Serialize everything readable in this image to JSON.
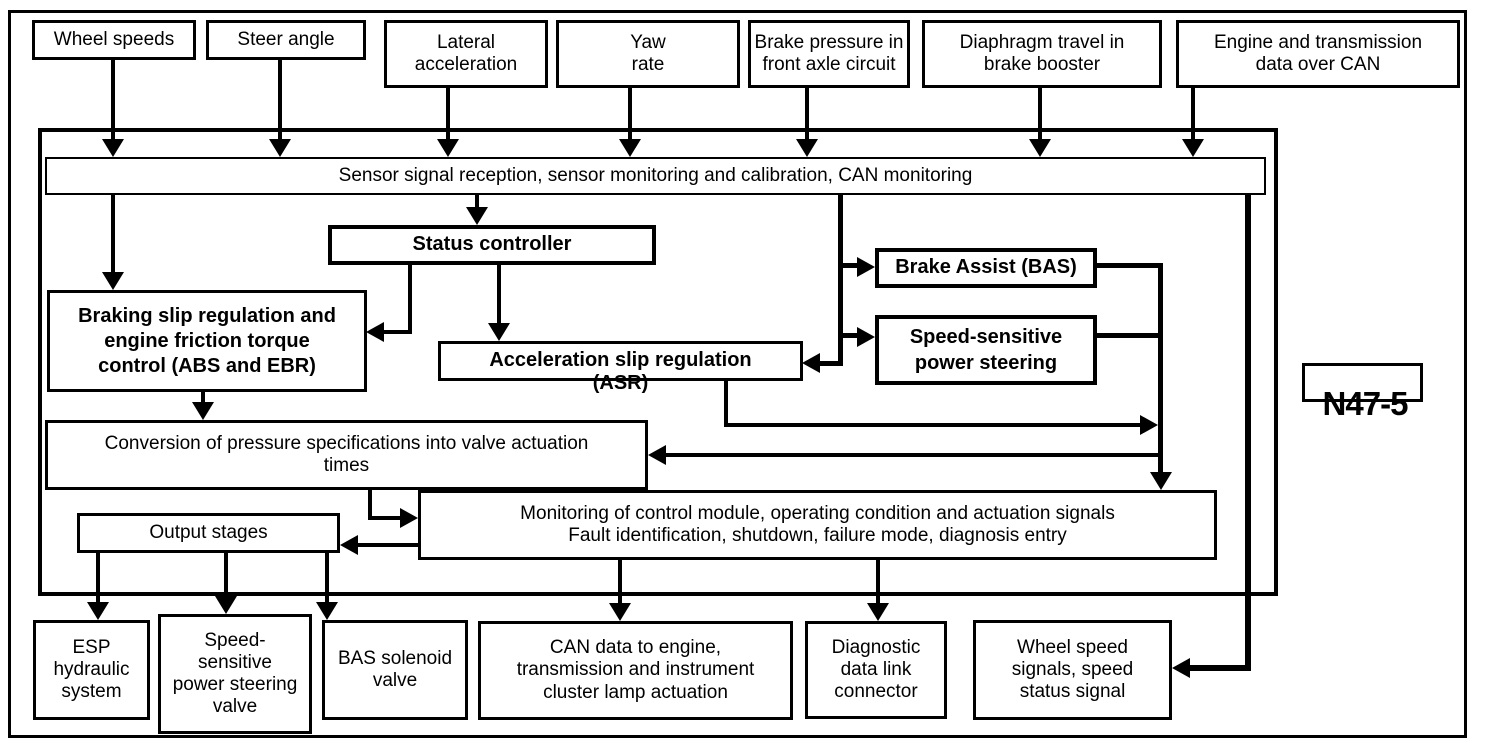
{
  "colors": {
    "line": "#000000",
    "background": "#ffffff"
  },
  "diagram": {
    "inputs": [
      "Wheel speeds",
      "Steer angle",
      "Lateral\nacceleration",
      "Yaw\nrate",
      "Brake pressure in\nfront axle circuit",
      "Diaphragm travel in\nbrake booster",
      "Engine and transmission\ndata over CAN"
    ],
    "module": {
      "sensor_bar": "Sensor signal reception, sensor monitoring and calibration, CAN monitoring",
      "status_controller": "Status controller",
      "braking_slip": "Braking slip regulation and\nengine friction torque\ncontrol (ABS and EBR)",
      "brake_assist": "Brake Assist (BAS)",
      "power_steering": "Speed-sensitive\npower steering",
      "asr": "Acceleration slip regulation",
      "asr_abbr": "(ASR)",
      "conversion": "Conversion of pressure specifications into valve actuation\ntimes",
      "output_stages": "Output stages",
      "monitoring": "Monitoring of control module, operating condition and actuation signals\nFault identification, shutdown, failure mode, diagnosis entry"
    },
    "module_label": "N47-5",
    "outputs": [
      "ESP\nhydraulic\nsystem",
      "Speed-\nsensitive\npower steering\nvalve",
      "BAS solenoid\nvalve",
      "CAN data to engine,\ntransmission and instrument\ncluster lamp actuation",
      "Diagnostic\ndata link\nconnector",
      "Wheel speed\nsignals, speed\nstatus signal"
    ]
  }
}
